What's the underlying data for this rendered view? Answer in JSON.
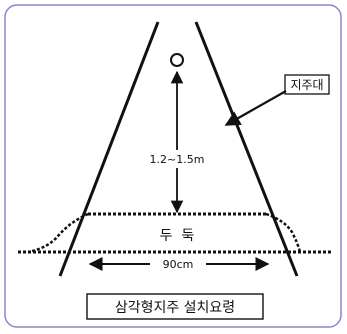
{
  "labels": {
    "support": "지주대",
    "height": "1.2~1.5m",
    "ridge": "두  둑",
    "width": "90cm",
    "title": "삼각형지주 설치요령"
  },
  "colors": {
    "frame_border": "#8a86c8",
    "line": "#111111"
  }
}
